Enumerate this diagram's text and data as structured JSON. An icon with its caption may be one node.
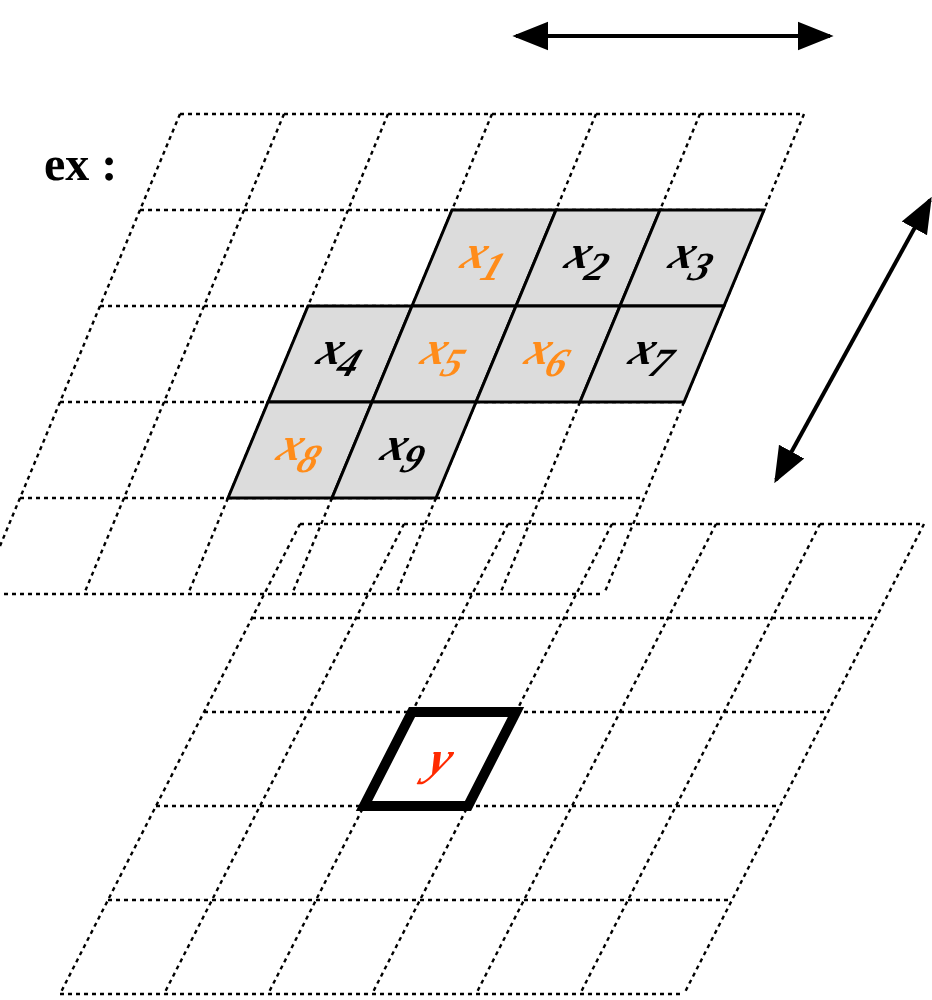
{
  "diagram": {
    "nodes": [
      {
        "text": [
          "x$_{1}$"
        ]
      },
      {
        "text": [
          "x$_{2}$"
        ]
      },
      {
        "text": [
          "x$_{3}$"
        ]
      },
      {
        "text": [
          "x$_{4}$"
        ]
      },
      {
        "text": [
          "x$_{5}$"
        ]
      },
      {
        "text": [
          "x$_{6}$"
        ]
      },
      {
        "text": [
          "x$_{7}$"
        ]
      },
      {
        "text": [
          "x$_{8}$"
        ]
      },
      {
        "text": [
          "x$_{9}$"
        ]
      },
      {
        "text": [
          "y"
        ]
      }
    ],
    "edges": [],
    "labels": [
      "ex :"
    ]
  }
}
